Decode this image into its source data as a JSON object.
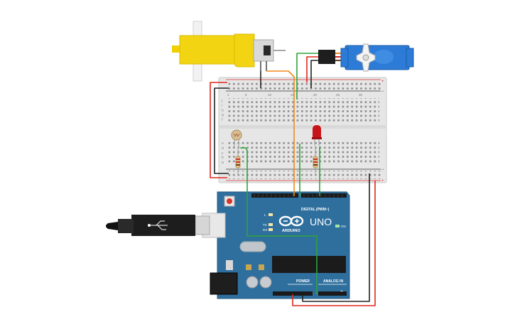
{
  "board": {
    "logo_text": "UNO",
    "brand_text": "ARDUINO",
    "digital_header": "DIGITAL (PWM~)",
    "power_header": "POWER",
    "analog_header": "ANALOG IN",
    "on_label": "ON",
    "l_label": "L",
    "tx_label": "TX",
    "rx_label": "RX"
  },
  "breadboard": {
    "column_numbers": [
      "1",
      "5",
      "10",
      "15",
      "20",
      "25",
      "30"
    ],
    "row_letters_top": [
      "j",
      "i",
      "h",
      "g",
      "f"
    ],
    "row_letters_bottom": [
      "e",
      "d",
      "c",
      "b",
      "a"
    ],
    "rail_plus": "+",
    "rail_minus": "−"
  },
  "colors": {
    "board_blue": "#2f6f9e",
    "wire_red": "#e0261c",
    "wire_black": "#222222",
    "wire_orange": "#f08a1c",
    "wire_green": "#2fa53a",
    "motor_yellow": "#f2d413",
    "servo_blue": "#2c7bd6",
    "led_red": "#c8151a"
  }
}
